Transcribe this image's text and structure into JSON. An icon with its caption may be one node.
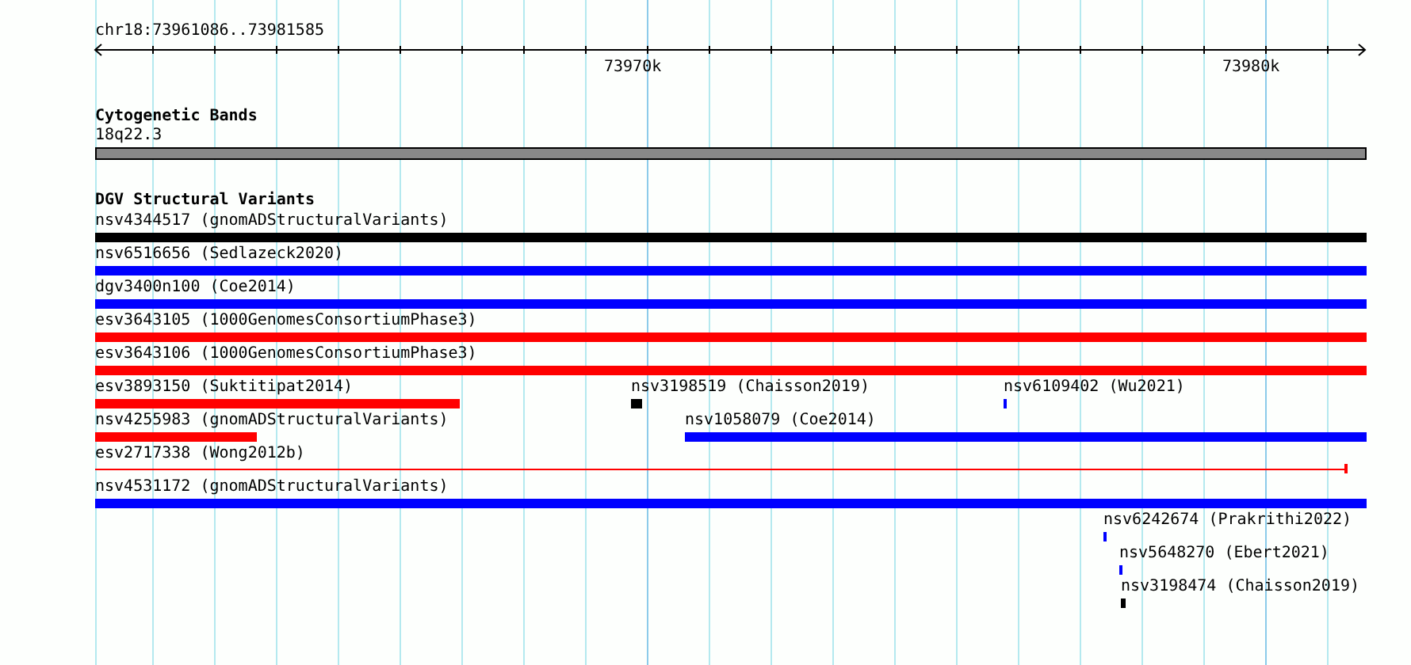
{
  "diagram": {
    "nodes": [
      {
        "text": [
          "18q22.3"
        ]
      },
      {
        "text": [
          "nsv4344517 (gnomADStructuralVariants)"
        ]
      },
      {
        "text": [
          "nsv6516656 (Sedlazeck2020)"
        ]
      },
      {
        "text": [
          "dgv3400n100 (Coe2014)"
        ]
      },
      {
        "text": [
          "esv3643105 (1000GenomesConsortiumPhase3)"
        ]
      },
      {
        "text": [
          "esv3643106 (1000GenomesConsortiumPhase3)"
        ]
      },
      {
        "text": [
          "esv3893150 (Suktitipat2014)"
        ]
      },
      {
        "text": [
          "nsv3198519 (Chaisson2019)"
        ]
      },
      {
        "text": [
          "nsv6109402 (Wu2021)"
        ]
      },
      {
        "text": [
          "nsv4255983 (gnomADStructuralVariants)"
        ]
      },
      {
        "text": [
          "nsv1058079 (Coe2014)"
        ]
      },
      {
        "text": [
          "esv2717338 (Wong2012b)"
        ]
      },
      {
        "text": [
          "nsv4531172 (gnomADStructuralVariants)"
        ]
      },
      {
        "text": [
          "nsv6242674 (Prakrithi2022)"
        ]
      },
      {
        "text": [
          "nsv5648270 (Ebert2021)"
        ]
      },
      {
        "text": [
          "nsv3198474 (Chaisson2019)"
        ]
      }
    ],
    "labels": [
      "chr18:73961086..73981585",
      "73970k",
      "73980k",
      "Cytogenetic Bands",
      "DGV Structural Variants"
    ]
  }
}
